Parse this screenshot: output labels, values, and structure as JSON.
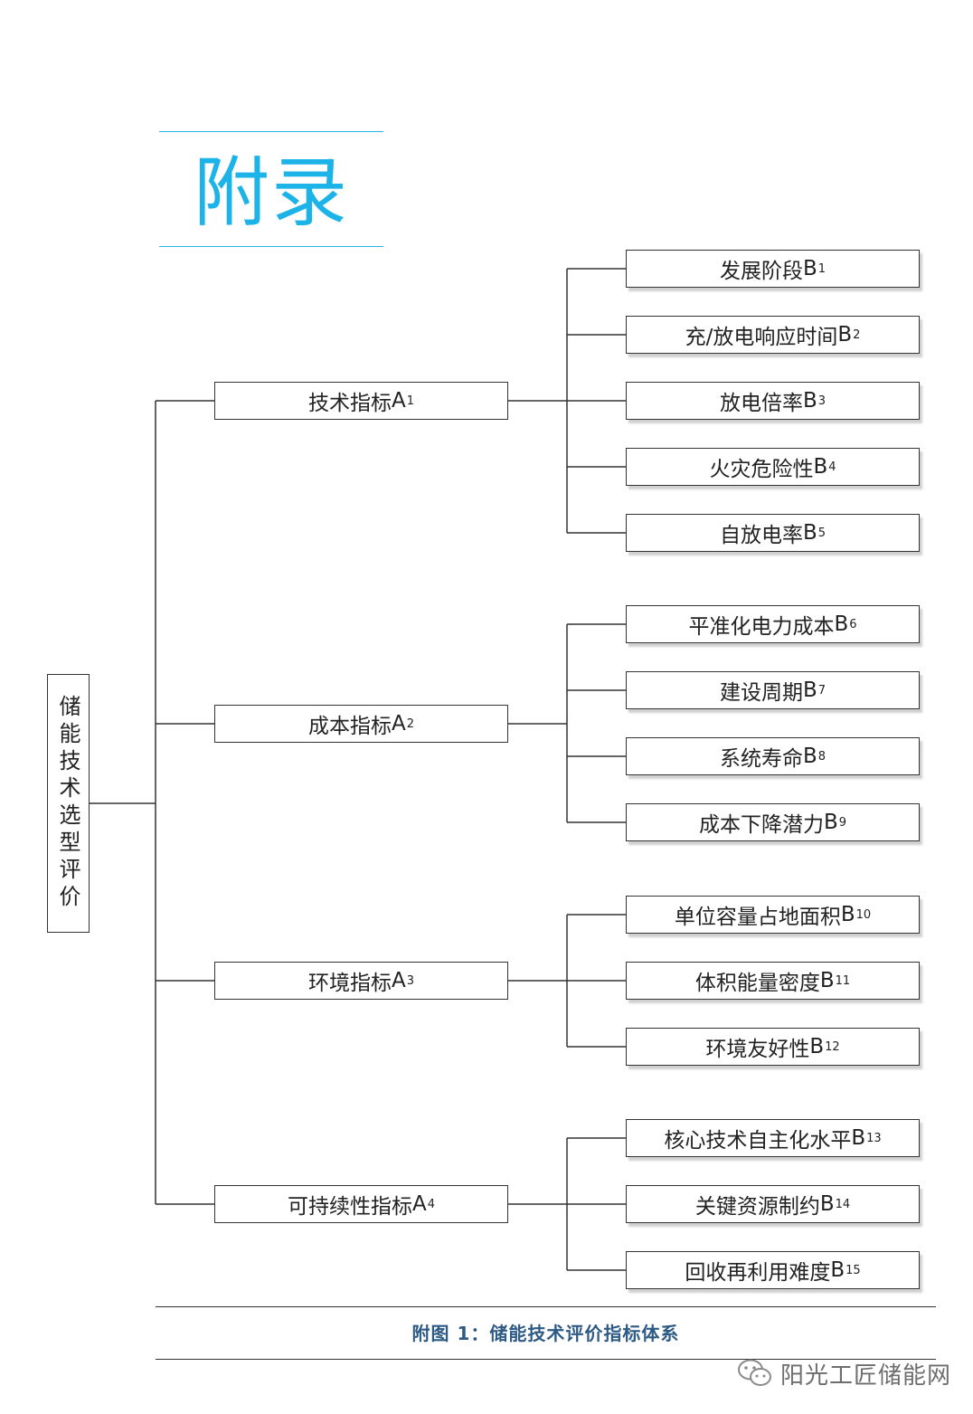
{
  "header": {
    "title": "附录"
  },
  "diagram": {
    "root": "储能技术选型评价",
    "groups": [
      {
        "label": "技术指标",
        "sub": "1",
        "items": [
          {
            "label": "发展阶段",
            "sub": "1"
          },
          {
            "label": "充/放电响应时间",
            "sub": "2"
          },
          {
            "label": "放电倍率",
            "sub": "3"
          },
          {
            "label": "火灾危险性",
            "sub": "4"
          },
          {
            "label": "自放电率",
            "sub": "5"
          }
        ]
      },
      {
        "label": "成本指标",
        "sub": "2",
        "items": [
          {
            "label": "平准化电力成本",
            "sub": "6"
          },
          {
            "label": "建设周期",
            "sub": "7"
          },
          {
            "label": "系统寿命",
            "sub": "8"
          },
          {
            "label": "成本下降潜力",
            "sub": "9"
          }
        ]
      },
      {
        "label": "环境指标",
        "sub": "3",
        "items": [
          {
            "label": "单位容量占地面积",
            "sub": "10"
          },
          {
            "label": "体积能量密度",
            "sub": "11"
          },
          {
            "label": "环境友好性",
            "sub": "12"
          }
        ]
      },
      {
        "label": "可持续性指标",
        "sub": "4",
        "items": [
          {
            "label": "核心技术自主化水平",
            "sub": "13"
          },
          {
            "label": "关键资源制约",
            "sub": "14"
          },
          {
            "label": "回收再利用难度",
            "sub": "15"
          }
        ]
      }
    ]
  },
  "caption": "附图 1：储能技术评价指标体系",
  "watermark": "阳光工匠储能网",
  "icon": "wechat-icon"
}
